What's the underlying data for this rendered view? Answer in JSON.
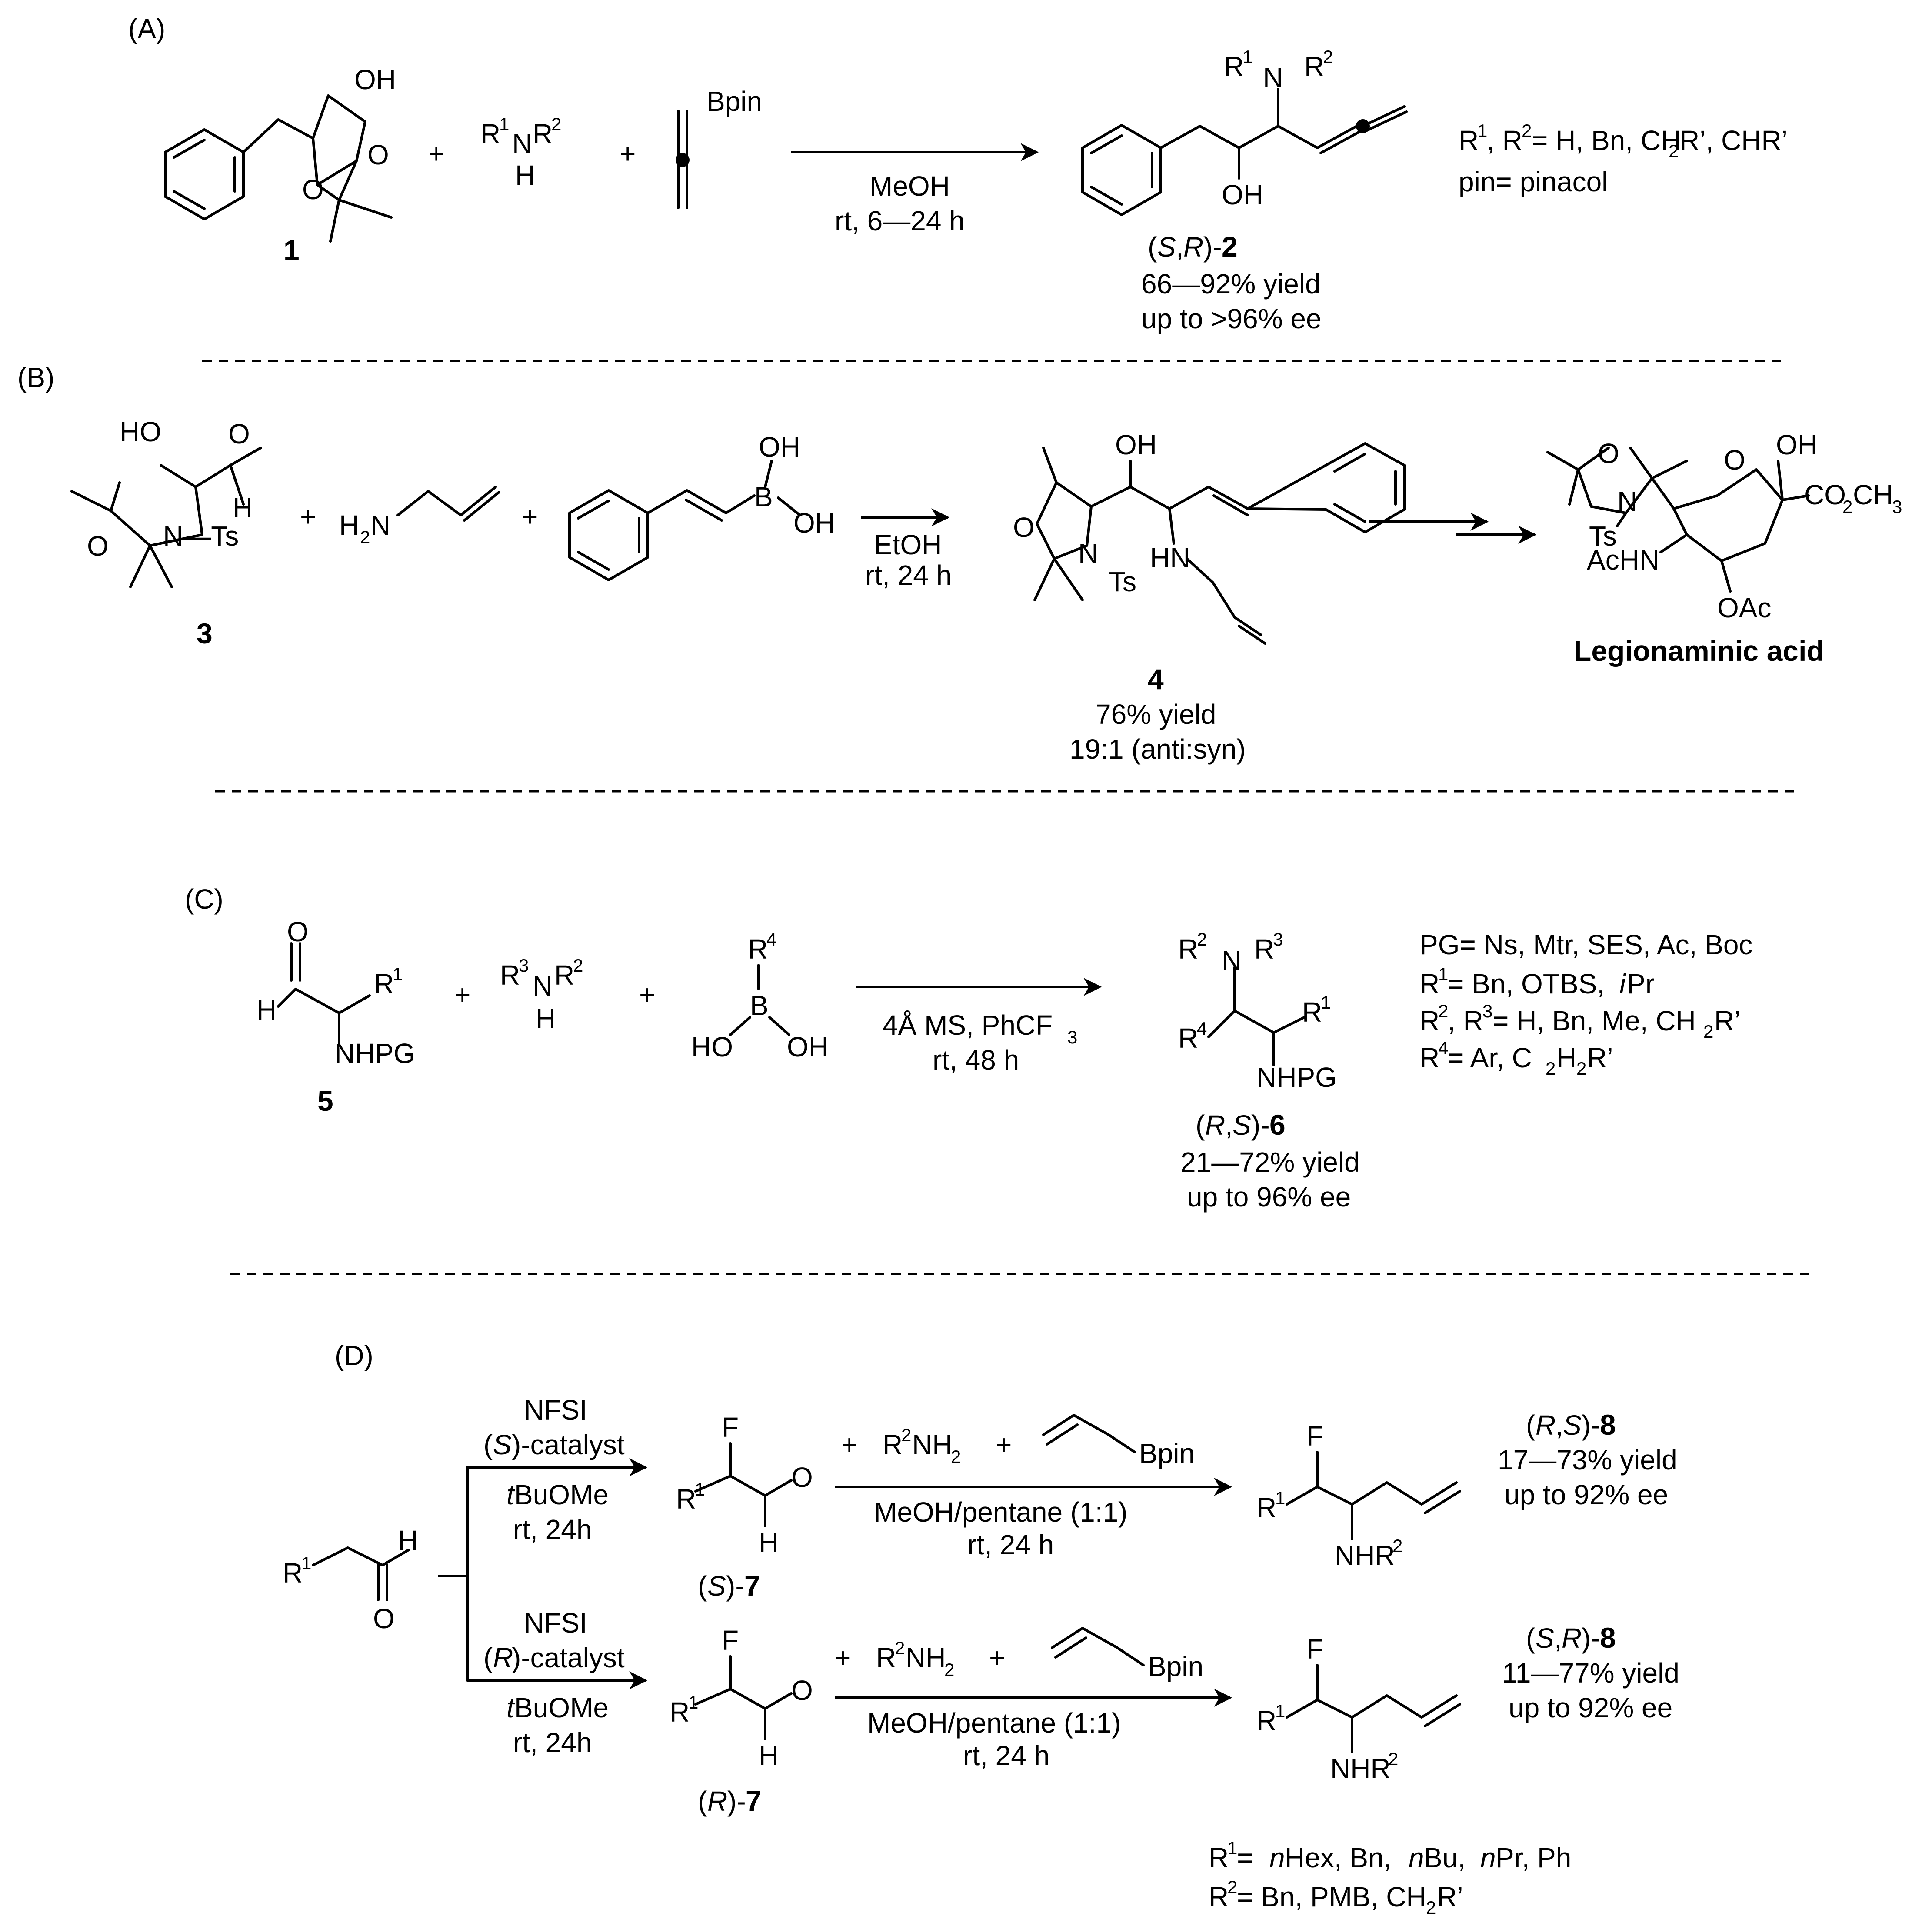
{
  "sections": {
    "A": {
      "label": "(A)",
      "oh": "OH",
      "o1": "O",
      "o2": "O",
      "cmpd1": "1",
      "amine_r1": "R",
      "amine_r1_sup": "1",
      "amine_n": "N",
      "amine_r2": "R",
      "amine_r2_sup": "2",
      "amine_h": "H",
      "bpin": "Bpin",
      "plus": "+",
      "cond1": "MeOH",
      "cond2": "rt, 6—24 h",
      "prod_r1": "R",
      "prod_r1_sup": "1",
      "prod_n": "N",
      "prod_r2": "R",
      "prod_r2_sup": "2",
      "prod_oh": "OH",
      "prod_label_pre": "(",
      "prod_label_S": "S",
      "prod_label_comma": ",",
      "prod_label_R": "R",
      "prod_label_post": ")-",
      "prod_label_num": "2",
      "yield": "66—92% yield",
      "ee": "up to >96% ee",
      "note1_a": "R",
      "note1_a_sup": "1",
      "note1_b": ", R",
      "note1_b_sup": "2",
      "note1_c": "= H, Bn, CH",
      "note1_c_sub": "2",
      "note1_d": "R’, CHR’",
      "note2": "pin= pinacol"
    },
    "B": {
      "label": "(B)",
      "ho": "HO",
      "o_ald": "O",
      "h_ald": "H",
      "n_ts": "N—Ts",
      "o_ring": "O",
      "cmpd3": "3",
      "plus": "+",
      "amine": "H",
      "amine_sub": "2",
      "amine_n": "N",
      "oh1": "OH",
      "b": "B",
      "oh2": "OH",
      "cond1": "EtOH",
      "cond2": "rt, 24 h",
      "p_oh": "OH",
      "p_o": "O",
      "p_n": "N",
      "p_ts": "Ts",
      "p_hn": "HN",
      "cmpd4": "4",
      "yield": "76% yield",
      "dr": "19:1 (anti:syn)",
      "la_o1": "O",
      "la_n": "N",
      "la_ts": "Ts",
      "la_achn": "AcHN",
      "la_o2": "O",
      "la_oh": "OH",
      "la_co2": "CO",
      "la_co2_sub": "2",
      "la_ch3": "CH",
      "la_ch3_sub": "3",
      "la_oac": "OAc",
      "la_name": "Legionaminic acid"
    },
    "C": {
      "label": "(C)",
      "o": "O",
      "h": "H",
      "r1": "R",
      "r1_sup": "1",
      "nhpg": "NHPG",
      "cmpd5": "5",
      "plus": "+",
      "am_r3": "R",
      "am_r3_sup": "3",
      "am_n": "N",
      "am_r2": "R",
      "am_r2_sup": "2",
      "am_h": "H",
      "b_r4": "R",
      "b_r4_sup": "4",
      "b": "B",
      "b_ho": "HO",
      "b_oh": "OH",
      "cond1": "4Å MS, PhCF",
      "cond1_sub": "3",
      "cond2": "rt, 48 h",
      "p_r2": "R",
      "p_r2_sup": "2",
      "p_n": "N",
      "p_r3": "R",
      "p_r3_sup": "3",
      "p_r4": "R",
      "p_r4_sup": "4",
      "p_r1": "R",
      "p_r1_sup": "1",
      "p_nhpg": "NHPG",
      "prod_label_pre": "(",
      "prod_label_R": "R",
      "prod_label_comma": ",",
      "prod_label_S": "S",
      "prod_label_post": ")-",
      "prod_label_num": "6",
      "yield": "21—72% yield",
      "ee": "up to 96% ee",
      "n1": "PG= Ns, Mtr, SES, Ac, Boc",
      "n2_a": "R",
      "n2_sup": "1",
      "n2_b": "= Bn, OTBS, ",
      "n2_i": "i",
      "n2_c": "Pr",
      "n3_a": "R",
      "n3_sup1": "2",
      "n3_b": ", R",
      "n3_sup2": "3",
      "n3_c": "= H, Bn, Me, CH",
      "n3_sub": "2",
      "n3_d": "R’",
      "n4_a": "R",
      "n4_sup": "4",
      "n4_b": "= Ar, C",
      "n4_sub1": "2",
      "n4_c": "H",
      "n4_sub2": "2",
      "n4_d": "R’"
    },
    "D": {
      "label": "(D)",
      "sm_r1": "R",
      "sm_r1_sup": "1",
      "sm_h": "H",
      "sm_o": "O",
      "up_c1": "NFSI",
      "up_c2_pre": "(",
      "up_c2_i": "S",
      "up_c2_post": ")-catalyst",
      "up_c3_i": "t",
      "up_c3": "BuOMe",
      "up_c4": "rt, 24h",
      "lo_c1": "NFSI",
      "lo_c2_pre": "(",
      "lo_c2_i": "R",
      "lo_c2_post": ")-catalyst",
      "lo_c3_i": "t",
      "lo_c3": "BuOMe",
      "lo_c4": "rt, 24h",
      "f": "F",
      "r1": "R",
      "r1_sup": "1",
      "o": "O",
      "h": "H",
      "s7_pre": "(",
      "s7_i": "S",
      "s7_post": ")-",
      "s7_num": "7",
      "r7_pre": "(",
      "r7_i": "R",
      "r7_post": ")-",
      "r7_num": "7",
      "plus": "+",
      "amine": "R",
      "amine_sup": "2",
      "amine_b": "NH",
      "amine_sub": "2",
      "bpin": "Bpin",
      "cond1": "MeOH/pentane (1:1)",
      "cond2": "rt, 24 h",
      "nhr": "NHR",
      "nhr_sup": "2",
      "p1_pre": "(",
      "p1_R": "R",
      "p1_comma": ",",
      "p1_S": "S",
      "p1_post": ")-",
      "p1_num": "8",
      "p1_yield": "17—73% yield",
      "p1_ee": "up to 92% ee",
      "p2_pre": "(",
      "p2_S": "S",
      "p2_comma": ",",
      "p2_R": "R",
      "p2_post": ")-",
      "p2_num": "8",
      "p2_yield": "11—77% yield",
      "p2_ee": "up to 92% ee",
      "n1_a": "R",
      "n1_sup": "1",
      "n1_b": "= ",
      "n1_i1": "n",
      "n1_c": "Hex, Bn, ",
      "n1_i2": "n",
      "n1_d": "Bu, ",
      "n1_i3": "n",
      "n1_e": "Pr, Ph",
      "n2_a": "R",
      "n2_sup": "2",
      "n2_b": "= Bn, PMB, CH",
      "n2_sub": "2",
      "n2_c": "R’"
    }
  }
}
